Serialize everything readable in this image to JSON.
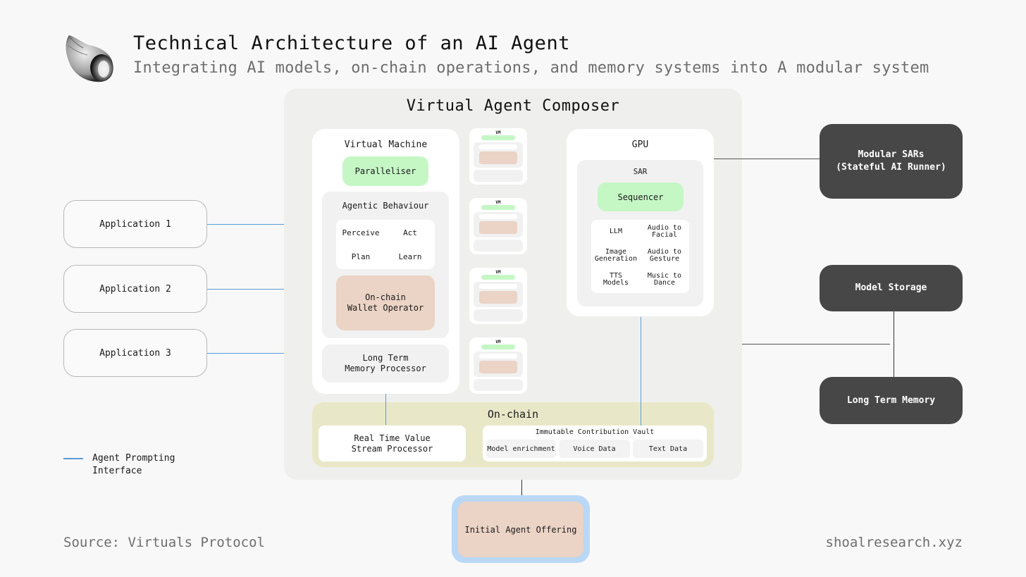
{
  "header": {
    "title": "Technical Architecture of an AI Agent",
    "subtitle": "Integrating AI models, on-chain operations, and memory systems into A modular system",
    "logo_icon": "seashell-logo-icon"
  },
  "applications": [
    {
      "label": "Application 1"
    },
    {
      "label": "Application 2"
    },
    {
      "label": "Application 3"
    }
  ],
  "legend": {
    "line_color": "#5b9bd5",
    "label_line1": "Agent Prompting",
    "label_line2": "Interface"
  },
  "composer": {
    "title": "Virtual Agent Composer",
    "virtual_machine": {
      "title": "Virtual Machine",
      "paralleliser": "Paralleliser",
      "agentic_behaviour": {
        "title": "Agentic Behaviour",
        "items": [
          "Perceive",
          "Act",
          "Plan",
          "Learn"
        ]
      },
      "wallet_line1": "On-chain",
      "wallet_line2": "Wallet Operator",
      "memory_line1": "Long Term",
      "memory_line2": "Memory Processor"
    },
    "vm_thumbnails": [
      {
        "label": "VM"
      },
      {
        "label": "VM"
      },
      {
        "label": "VM"
      },
      {
        "label": "VM"
      }
    ],
    "gpu": {
      "title": "GPU",
      "sar_title": "SAR",
      "sequencer": "Sequencer",
      "models": [
        {
          "l1": "LLM",
          "l2": ""
        },
        {
          "l1": "Audio to",
          "l2": "Facial"
        },
        {
          "l1": "Image",
          "l2": "Generation"
        },
        {
          "l1": "Audio to",
          "l2": "Gesture"
        },
        {
          "l1": "TTS",
          "l2": "Models"
        },
        {
          "l1": "Music to",
          "l2": "Dance"
        }
      ]
    },
    "onchain": {
      "title": "On-chain",
      "stream_line1": "Real Time Value",
      "stream_line2": "Stream Processor",
      "vault": {
        "title": "Immutable Contribution Vault",
        "items": [
          "Model enrichment",
          "Voice Data",
          "Text Data"
        ]
      }
    }
  },
  "external": {
    "modular_sars_line1": "Modular SARs",
    "modular_sars_line2": "(Stateful AI Runner)",
    "model_storage": "Model Storage",
    "long_term_memory": "Long Term Memory"
  },
  "initial_offering": "Initial Agent Offering",
  "footer": {
    "source": "Source: Virtuals Protocol",
    "site": "shoalresearch.xyz"
  },
  "colors": {
    "green": "#c5f7c5",
    "peach": "#ebd3c5",
    "onchain": "#e8e8c8",
    "dark_box": "#474747",
    "connector_blue": "#5b9bd5",
    "offering_border": "#b9d8f5"
  }
}
